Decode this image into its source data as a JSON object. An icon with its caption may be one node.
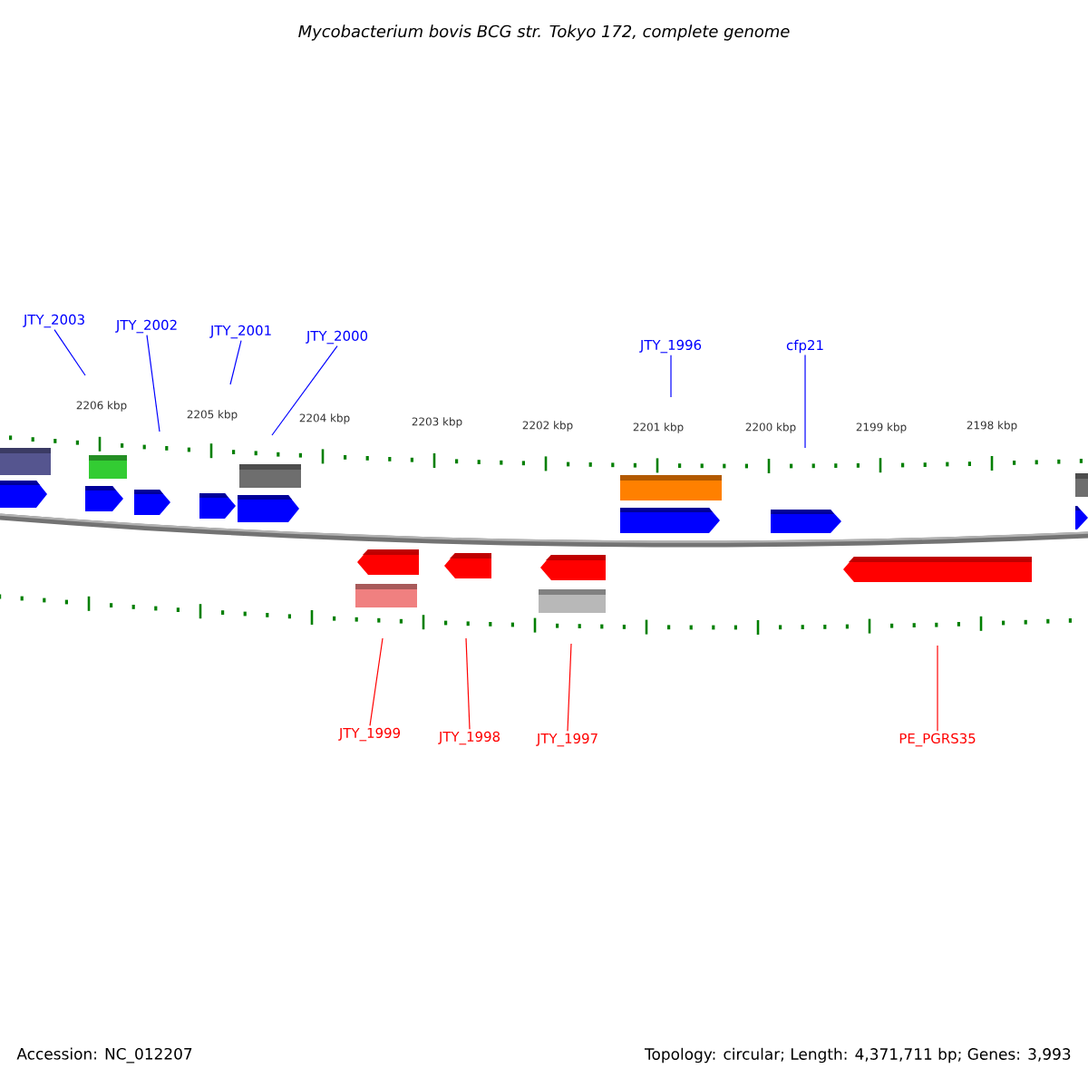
{
  "diagram": {
    "title": "Mycobacterium bovis BCG str. Tokyo 172, complete genome",
    "nodes": [
      {
        "text": [
          "JTY_2003"
        ]
      },
      {
        "text": [
          "JTY_2002"
        ]
      },
      {
        "text": [
          "JTY_2001"
        ]
      },
      {
        "text": [
          "JTY_2000"
        ]
      },
      {
        "text": [
          "JTY_1996"
        ]
      },
      {
        "text": [
          "cfp21"
        ]
      },
      {
        "text": [
          "JTY_1999"
        ]
      },
      {
        "text": [
          "JTY_1998"
        ]
      },
      {
        "text": [
          "JTY_1997"
        ]
      },
      {
        "text": [
          "PE_PGRS35"
        ]
      }
    ],
    "edges": [
      {
        "from": 0,
        "to": null,
        "arrow": "none"
      },
      {
        "from": 1,
        "to": null,
        "arrow": "none"
      },
      {
        "from": 2,
        "to": null,
        "arrow": "none"
      },
      {
        "from": 3,
        "to": null,
        "arrow": "none"
      },
      {
        "from": 4,
        "to": null,
        "arrow": "none"
      },
      {
        "from": 5,
        "to": null,
        "arrow": "none"
      },
      {
        "from": 6,
        "to": null,
        "arrow": "none",
        "color": "#ff0000"
      },
      {
        "from": 7,
        "to": null,
        "arrow": "none",
        "color": "#ff0000"
      },
      {
        "from": 8,
        "to": null,
        "arrow": "none",
        "color": "#ff0000"
      },
      {
        "from": 9,
        "to": null,
        "arrow": "none",
        "color": "#ff0000"
      }
    ],
    "labels": [
      "2206 kbp",
      "2205 kbp",
      "2204 kbp",
      "2203 kbp",
      "2202 kbp",
      "2201 kbp",
      "2200 kbp",
      "2199 kbp",
      "2198 kbp",
      "Accession: NC_012207",
      "Topology: circular; Length: 4,371,711 bp; Genes: 3,993"
    ]
  }
}
